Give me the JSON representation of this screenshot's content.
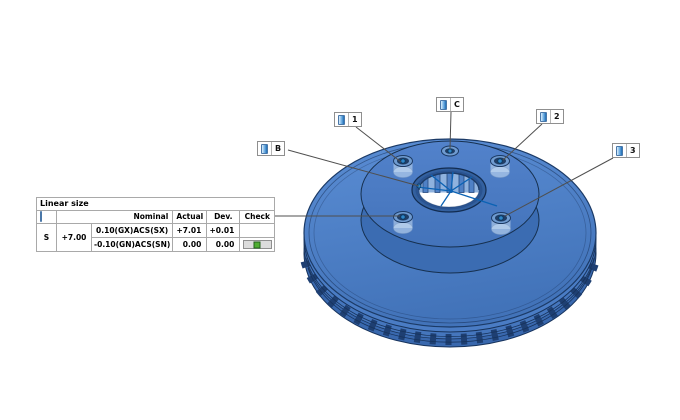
{
  "viewport": {
    "description": "3D model of vented brake disc with measured features"
  },
  "colors": {
    "model_blue": "#4a7cc4",
    "model_dark_edge": "#17335c",
    "measure_line_blue": "#0b62b4",
    "marker_blue": "#2f86c8",
    "leader_gray": "#4f4f4f",
    "check_green": "#4fae32",
    "check_bar_gray": "#dcdcdc"
  },
  "callouts": [
    {
      "label": "1"
    },
    {
      "label": "C"
    },
    {
      "label": "2"
    },
    {
      "label": "B"
    },
    {
      "label": "3"
    }
  ],
  "table": {
    "title": "Linear size",
    "headers": {
      "nominal": "Nominal",
      "actual": "Actual",
      "dev": "Dev.",
      "check": "Check"
    },
    "row": {
      "name": "S",
      "nominal": "+7.00",
      "tol_upper": "0.10(GX)ACS(SX)",
      "tol_lower": "-0.10(GN)ACS(SN)",
      "actual_upper": "+7.01",
      "dev_upper": "+0.01",
      "actual_lower": "0.00",
      "dev_lower": "0.00"
    }
  },
  "icons": {
    "feature_icon": "blue-cylinder-feature"
  }
}
